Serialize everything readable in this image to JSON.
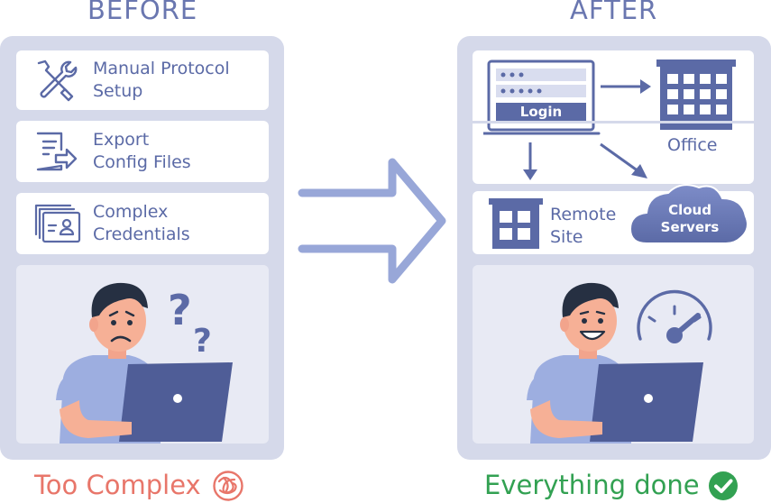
{
  "before": {
    "heading": "BEFORE",
    "cards": [
      {
        "label": "Manual Protocol\nSetup",
        "icon": "tools-icon"
      },
      {
        "label": "Export\nConfig Files",
        "icon": "export-file-icon"
      },
      {
        "label": "Complex\nCredentials",
        "icon": "credentials-icon"
      }
    ],
    "footer": "Too Complex",
    "footer_icon": "tangle-icon"
  },
  "after": {
    "heading": "AFTER",
    "login_label": "Login",
    "office_label": "Office",
    "remote_label": "Remote\nSite",
    "cloud_label_1": "Cloud",
    "cloud_label_2": "Servers",
    "footer": "Everything done",
    "footer_icon": "check-circle-icon"
  },
  "colors": {
    "accent": "#5b6aa6",
    "panel": "#d5d9ea",
    "negative": "#e8766a",
    "positive": "#32a152"
  }
}
